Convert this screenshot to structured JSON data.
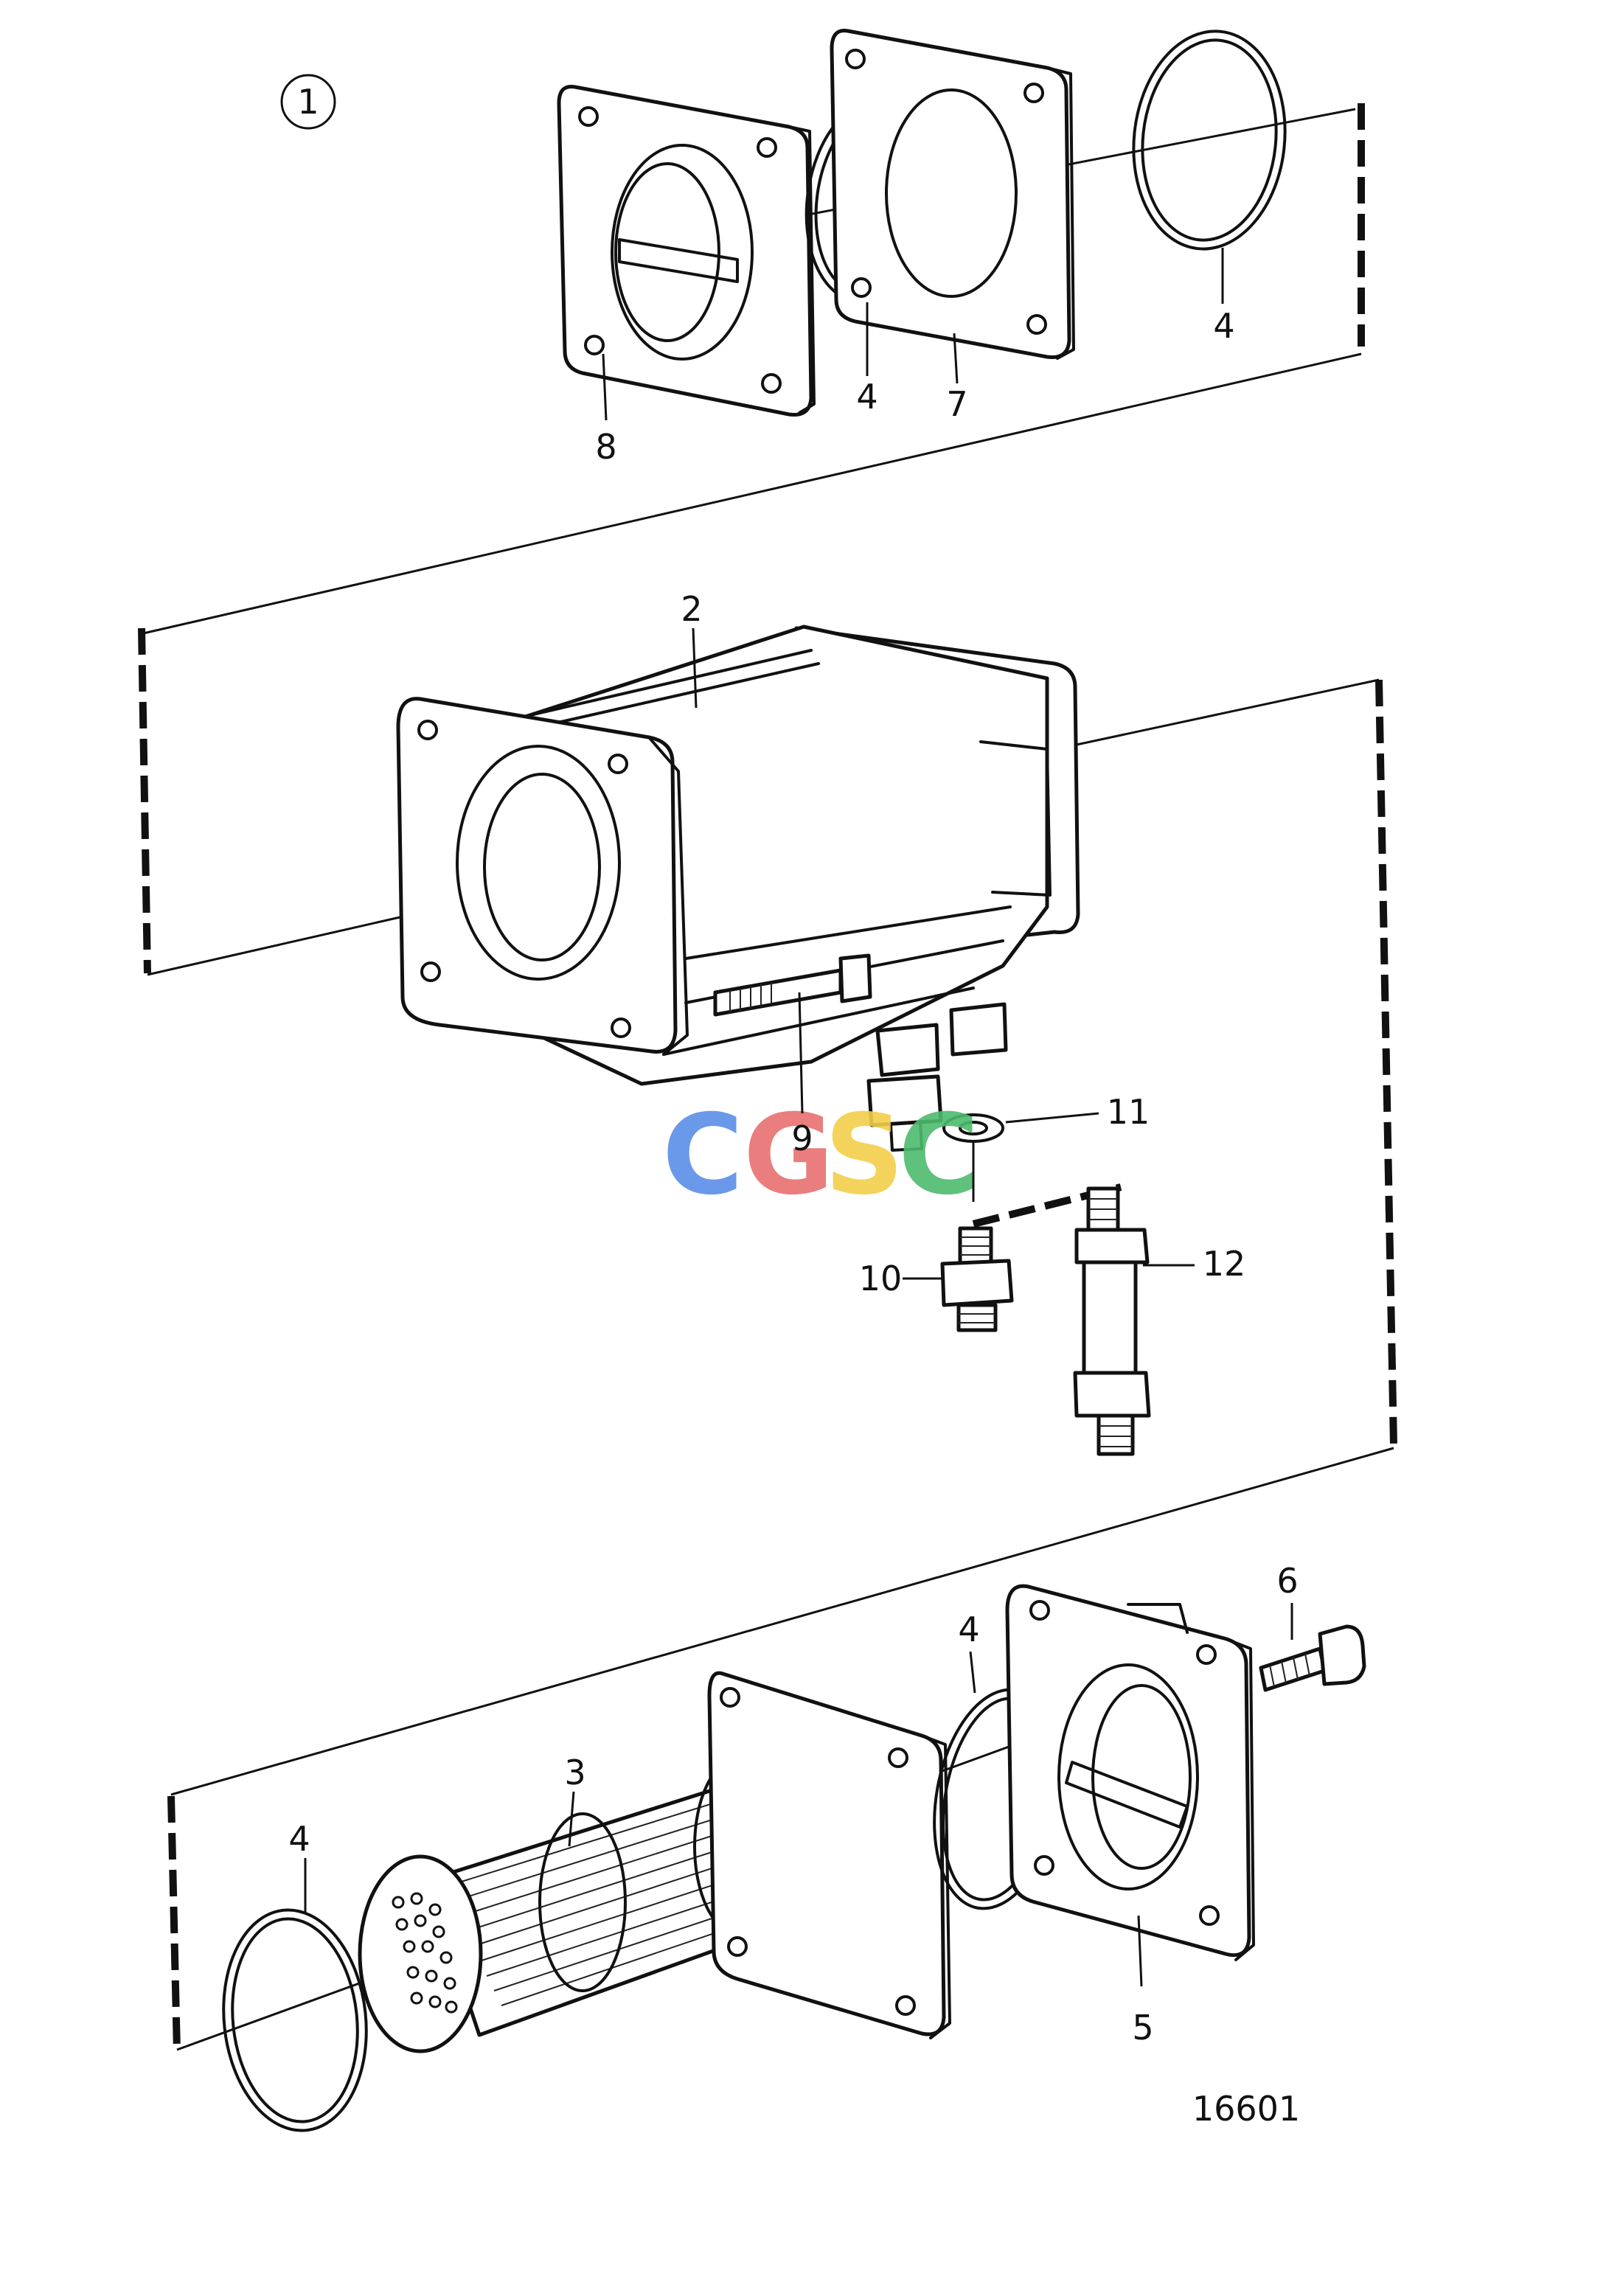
{
  "view_number": "1",
  "drawing_number": "16601",
  "watermark": {
    "letters": [
      "C",
      "G",
      "S",
      "C"
    ],
    "colors": [
      "#5b8fe8",
      "#e87070",
      "#f2cf4a",
      "#4dbb6e"
    ]
  },
  "callouts": {
    "c2": "2",
    "c3": "3",
    "c4a": "4",
    "c4b": "4",
    "c4c": "4",
    "c4d": "4",
    "c5": "5",
    "c6": "6",
    "c7": "7",
    "c8": "8",
    "c9": "9",
    "c10": "10",
    "c11": "11",
    "c12": "12"
  }
}
